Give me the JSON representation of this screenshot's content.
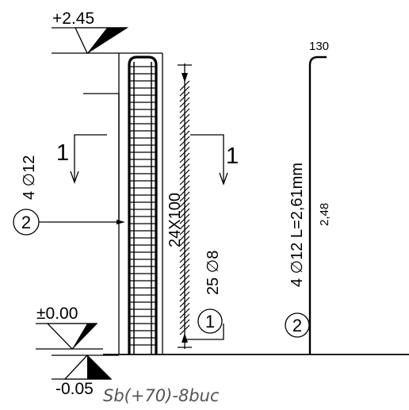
{
  "levels": {
    "top": "+2.45",
    "zero": "±0.00",
    "bottom": "-0.05"
  },
  "section_mark": "1",
  "markers": {
    "m2": "2",
    "m1": "1"
  },
  "rebar": {
    "main_label": "4 ∅12",
    "stirrup_label": "25 ∅8",
    "column_size": "24X100",
    "bar_label": "4 ∅12 L=2,61mm",
    "hook": "130",
    "length": "2,48"
  },
  "caption": "Sb(+70)-8buc"
}
